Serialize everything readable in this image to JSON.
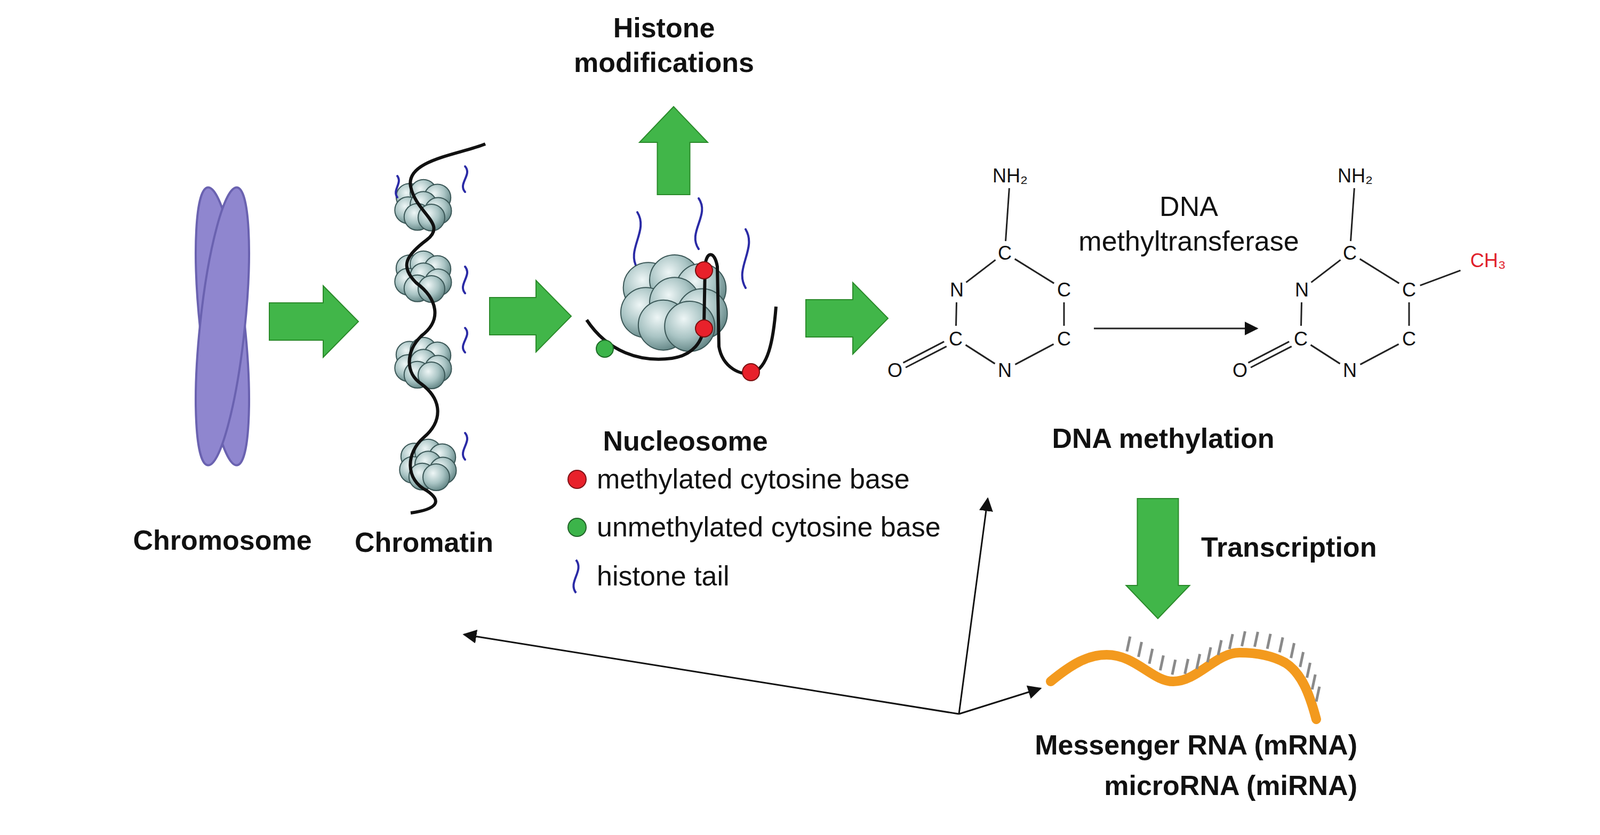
{
  "diagram": {
    "nodes": [
      {
        "text": [
          "Chromosome"
        ]
      },
      {
        "text": [
          "Chromatin"
        ]
      },
      {
        "text": [
          "Histone modifications"
        ]
      },
      {
        "text": [
          "Nucleosome"
        ]
      },
      {
        "text": [
          "DNA methylation"
        ]
      },
      {
        "text": [
          "Messenger RNA (mRNA)",
          "microRNA (miRNA)"
        ]
      }
    ],
    "edges": [
      {
        "from": 0,
        "to": 1,
        "arrow": "to"
      },
      {
        "from": 1,
        "to": 3,
        "arrow": "to"
      },
      {
        "from": 3,
        "to": 2,
        "arrow": "to"
      },
      {
        "from": 3,
        "to": 4,
        "arrow": "to"
      },
      {
        "from": 4,
        "to": 5,
        "arrow": "to",
        "label": "Transcription"
      },
      {
        "from": 5,
        "to": 1,
        "arrow": "to"
      },
      {
        "from": 5,
        "to": 4,
        "arrow": "to"
      }
    ],
    "labels": [
      "NH₂",
      "C",
      "N",
      "C",
      "C",
      "C",
      "O",
      "N",
      "DNA methyltransferase",
      "NH₂",
      "CH₃",
      "C",
      "N",
      "C",
      "C",
      "C",
      "O",
      "N"
    ],
    "legend": [
      {
        "text": "methylated cytosine base",
        "color": "#e8212b"
      },
      {
        "text": "unmethylated cytosine base",
        "color": "#3cb44a"
      },
      {
        "text": "histone tail"
      }
    ]
  }
}
